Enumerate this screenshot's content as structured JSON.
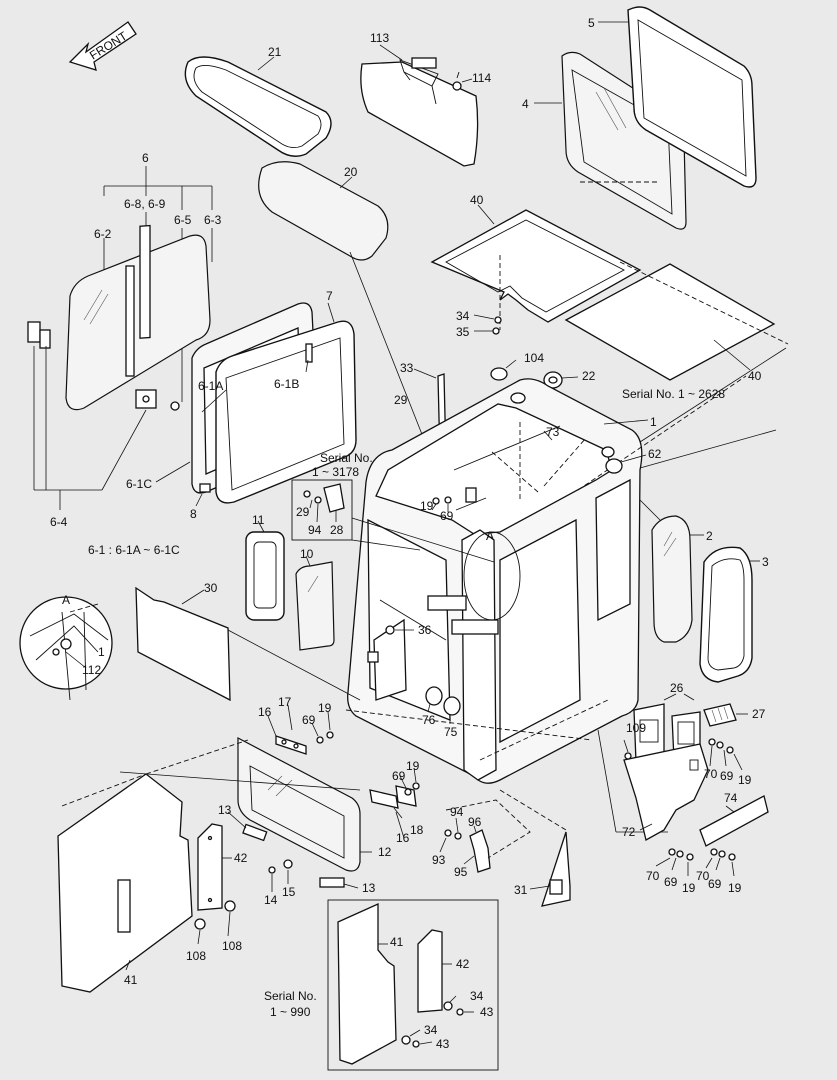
{
  "title": "",
  "front_label": "FRONT",
  "notes": {
    "serial_2628": "Serial No. 1 ~ 2628",
    "serial_3178_line1": "Serial No.",
    "serial_3178_line2": "1 ~ 3178",
    "serial_990_line1": "Serial No.",
    "serial_990_line2": "1 ~ 990",
    "door_glass_set": "6-1 : 6-1A ~ 6-1C",
    "detail_a": "A",
    "detail_a_cab": "A"
  },
  "part_numbers": {
    "p1": "1",
    "p1b": "1",
    "p2": "2",
    "p3": "3",
    "p4": "4",
    "p5": "5",
    "p6": "6",
    "p6_1A": "6-1A",
    "p6_1B": "6-1B",
    "p6_1C": "6-1C",
    "p6_2": "6-2",
    "p6_3": "6-3",
    "p6_4": "6-4",
    "p6_5": "6-5",
    "p6_8_9": "6-8, 6-9",
    "p7": "7",
    "p8": "8",
    "p10": "10",
    "p11": "11",
    "p12": "12",
    "p13a": "13",
    "p13b": "13",
    "p14": "14",
    "p15": "15",
    "p16a": "16",
    "p16b": "16",
    "p17": "17",
    "p18": "18",
    "p19a": "19",
    "p19b": "19",
    "p19c": "19",
    "p19d": "19",
    "p19e": "19",
    "p19f": "19",
    "p20": "20",
    "p21": "21",
    "p22": "22",
    "p26": "26",
    "p27": "27",
    "p28": "28",
    "p29a": "29",
    "p29b": "29",
    "p30": "30",
    "p31": "31",
    "p33": "33",
    "p34a": "34",
    "p34b": "34",
    "p34c": "34",
    "p35": "35",
    "p36": "36",
    "p40a": "40",
    "p40b": "40",
    "p41a": "41",
    "p41b": "41",
    "p42a": "42",
    "p42b": "42",
    "p43a": "43",
    "p43b": "43",
    "p62": "62",
    "p69a": "69",
    "p69b": "69",
    "p69c": "69",
    "p69d": "69",
    "p69e": "69",
    "p69f": "69",
    "p70a": "70",
    "p70b": "70",
    "p70c": "70",
    "p72": "72",
    "p73": "73",
    "p74": "74",
    "p75": "75",
    "p76": "76",
    "p93": "93",
    "p94a": "94",
    "p94b": "94",
    "p95": "95",
    "p96": "96",
    "p104": "104",
    "p108a": "108",
    "p108b": "108",
    "p109": "109",
    "p112": "112",
    "p113": "113",
    "p114": "114"
  }
}
